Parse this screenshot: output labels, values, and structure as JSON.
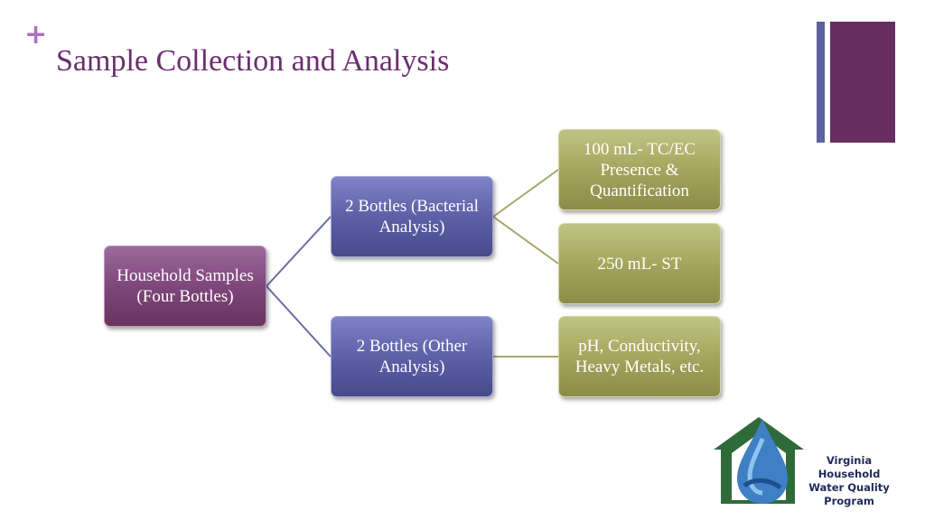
{
  "slide": {
    "bullet": "+",
    "title": "Sample Collection and Analysis"
  },
  "diagram": {
    "root": "Household Samples (Four Bottles)",
    "branch_bacterial": "2 Bottles (Bacterial Analysis)",
    "branch_other": "2 Bottles (Other Analysis)",
    "leaf_tc_ec": "100 mL- TC/EC Presence & Quantification",
    "leaf_st": "250 mL- ST",
    "leaf_other": "pH, Conductivity, Heavy Metals, etc."
  },
  "logo": {
    "line1": "Virginia Household",
    "line2": "Water Quality",
    "line3": "Program"
  },
  "colors": {
    "title": "#6a2e6e",
    "root_box": "#7e477c",
    "branch_box": "#5d60a6",
    "leaf_box": "#a4a65e",
    "connector_root": "#6a6ca8",
    "connector_leaf": "#a4a66a"
  }
}
